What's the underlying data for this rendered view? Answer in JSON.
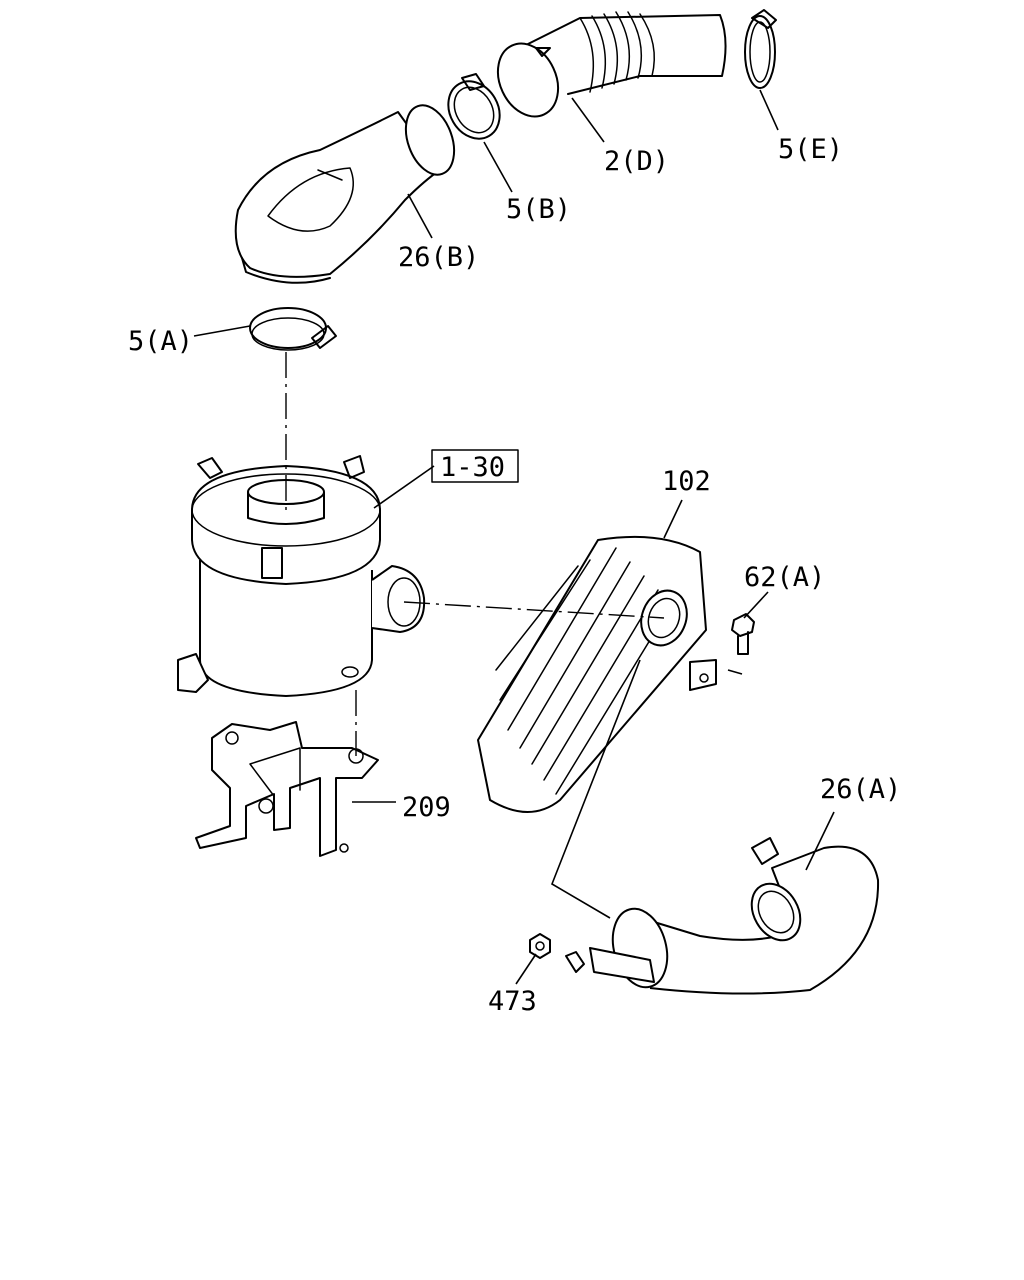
{
  "callouts": {
    "c_5E": "5(E)",
    "c_2D": "2(D)",
    "c_5B": "5(B)",
    "c_26B": "26(B)",
    "c_5A": "5(A)",
    "c_1_30": "1-30",
    "c_102": "102",
    "c_62A": "62(A)",
    "c_209": "209",
    "c_26A": "26(A)",
    "c_473": "473"
  }
}
